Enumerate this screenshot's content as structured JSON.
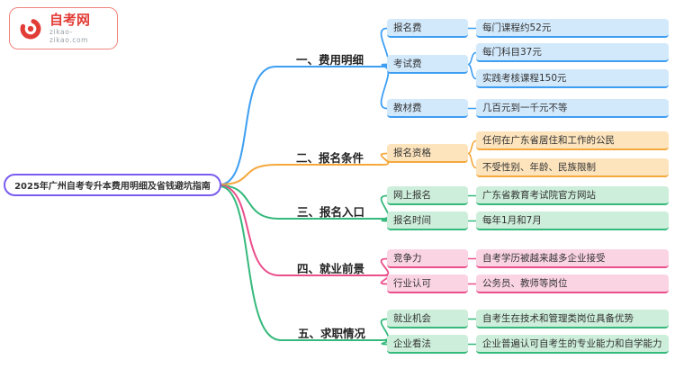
{
  "logo": {
    "title": "自考网",
    "domain": "zikao-zikao.com"
  },
  "root": {
    "label": "2025年广州自考专升本费用明细及省钱避坑指南"
  },
  "branches": [
    {
      "label": "一、费用明细",
      "color": "#3d9ef2",
      "children": [
        {
          "label": "报名费",
          "leaves": [
            "每门课程约52元"
          ]
        },
        {
          "label": "考试费",
          "leaves": [
            "每门科目37元",
            "实践考核课程150元"
          ]
        },
        {
          "label": "教材费",
          "leaves": [
            "几百元到一千元不等"
          ]
        }
      ]
    },
    {
      "label": "二、报名条件",
      "color": "#f5a83c",
      "children": [
        {
          "label": "报名资格",
          "leaves": [
            "任何在广东省居住和工作的公民",
            "不受性别、年龄、民族限制"
          ]
        }
      ]
    },
    {
      "label": "三、报名入口",
      "color": "#35b97c",
      "children": [
        {
          "label": "网上报名",
          "leaves": [
            "广东省教育考试院官方网站"
          ]
        },
        {
          "label": "报名时间",
          "leaves": [
            "每年1月和7月"
          ]
        }
      ]
    },
    {
      "label": "四、就业前景",
      "color": "#ea4e8b",
      "children": [
        {
          "label": "竞争力",
          "leaves": [
            "自考学历被越来越多企业接受"
          ]
        },
        {
          "label": "行业认可",
          "leaves": [
            "公务员、教师等岗位"
          ]
        }
      ]
    },
    {
      "label": "五、求职情况",
      "color": "#35b97c",
      "children": [
        {
          "label": "就业机会",
          "leaves": [
            "自考生在技术和管理类岗位具备优势"
          ]
        },
        {
          "label": "企业看法",
          "leaves": [
            "企业普遍认可自考生的专业能力和自学能力"
          ]
        }
      ]
    }
  ],
  "colors": {
    "branch_fee": "#3d9ef2",
    "branch_condition": "#f5a83c",
    "branch_entrance": "#35b97c",
    "branch_prospect": "#ea4e8b",
    "branch_job": "#35b97c",
    "root_border": "#7a5cf0",
    "logo_red": "#e23c37"
  }
}
